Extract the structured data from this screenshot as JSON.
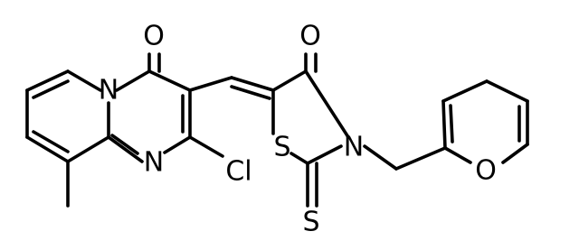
{
  "molecule": {
    "atoms": {
      "O_carbonyl_left": "O",
      "N_bridge": "N",
      "N_ring": "N",
      "Cl": "Cl",
      "O_carbonyl_right": "O",
      "S_ring": "S",
      "N_thiazolidine": "N",
      "S_thione": "S",
      "O_furan": "O"
    },
    "colors": {
      "line": "#000000",
      "background": "#ffffff"
    }
  }
}
